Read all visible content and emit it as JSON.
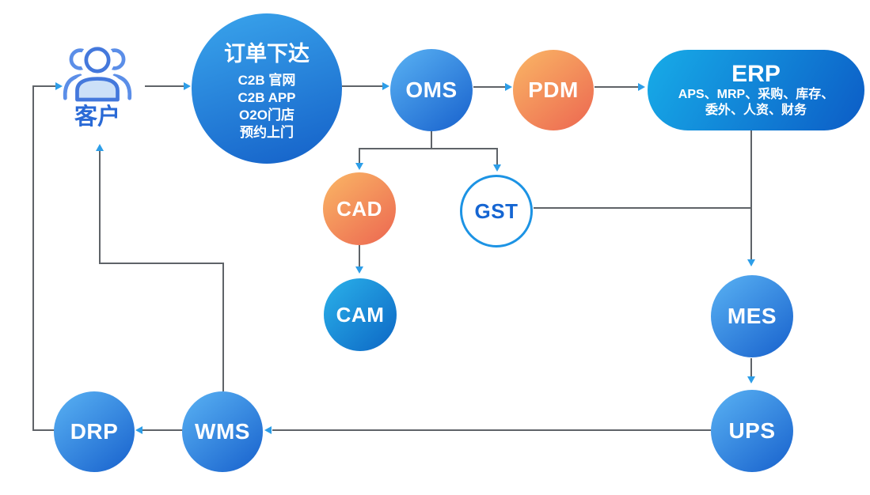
{
  "diagram": {
    "customer": {
      "label": "客户"
    },
    "order": {
      "title": "订单下达",
      "items": [
        "C2B 官网",
        "C2B APP",
        "O2O门店",
        "预约上门"
      ]
    },
    "oms": {
      "label": "OMS"
    },
    "pdm": {
      "label": "PDM"
    },
    "erp": {
      "title": "ERP",
      "sub_line1": "APS、MRP、采购、库存、",
      "sub_line2": "委外、人资、财务"
    },
    "cad": {
      "label": "CAD"
    },
    "gst": {
      "label": "GST"
    },
    "cam": {
      "label": "CAM"
    },
    "mes": {
      "label": "MES"
    },
    "ups": {
      "label": "UPS"
    },
    "wms": {
      "label": "WMS"
    },
    "drp": {
      "label": "DRP"
    }
  },
  "colors": {
    "node_blue_light": "#57AFF2",
    "node_blue_dark": "#1A64CE",
    "node_orange_light": "#F9B264",
    "node_orange_dark": "#ED6B52",
    "erp_cyan_light": "#17ACE8",
    "erp_blue_dark": "#0C5CC6",
    "gst_border_blue": "#1C93E4",
    "gst_text_blue": "#1565D2",
    "edge_gray": "#5F6368",
    "arrowhead_blue": "#2D9EE8",
    "customer_text_blue": "#2A6AD6"
  }
}
